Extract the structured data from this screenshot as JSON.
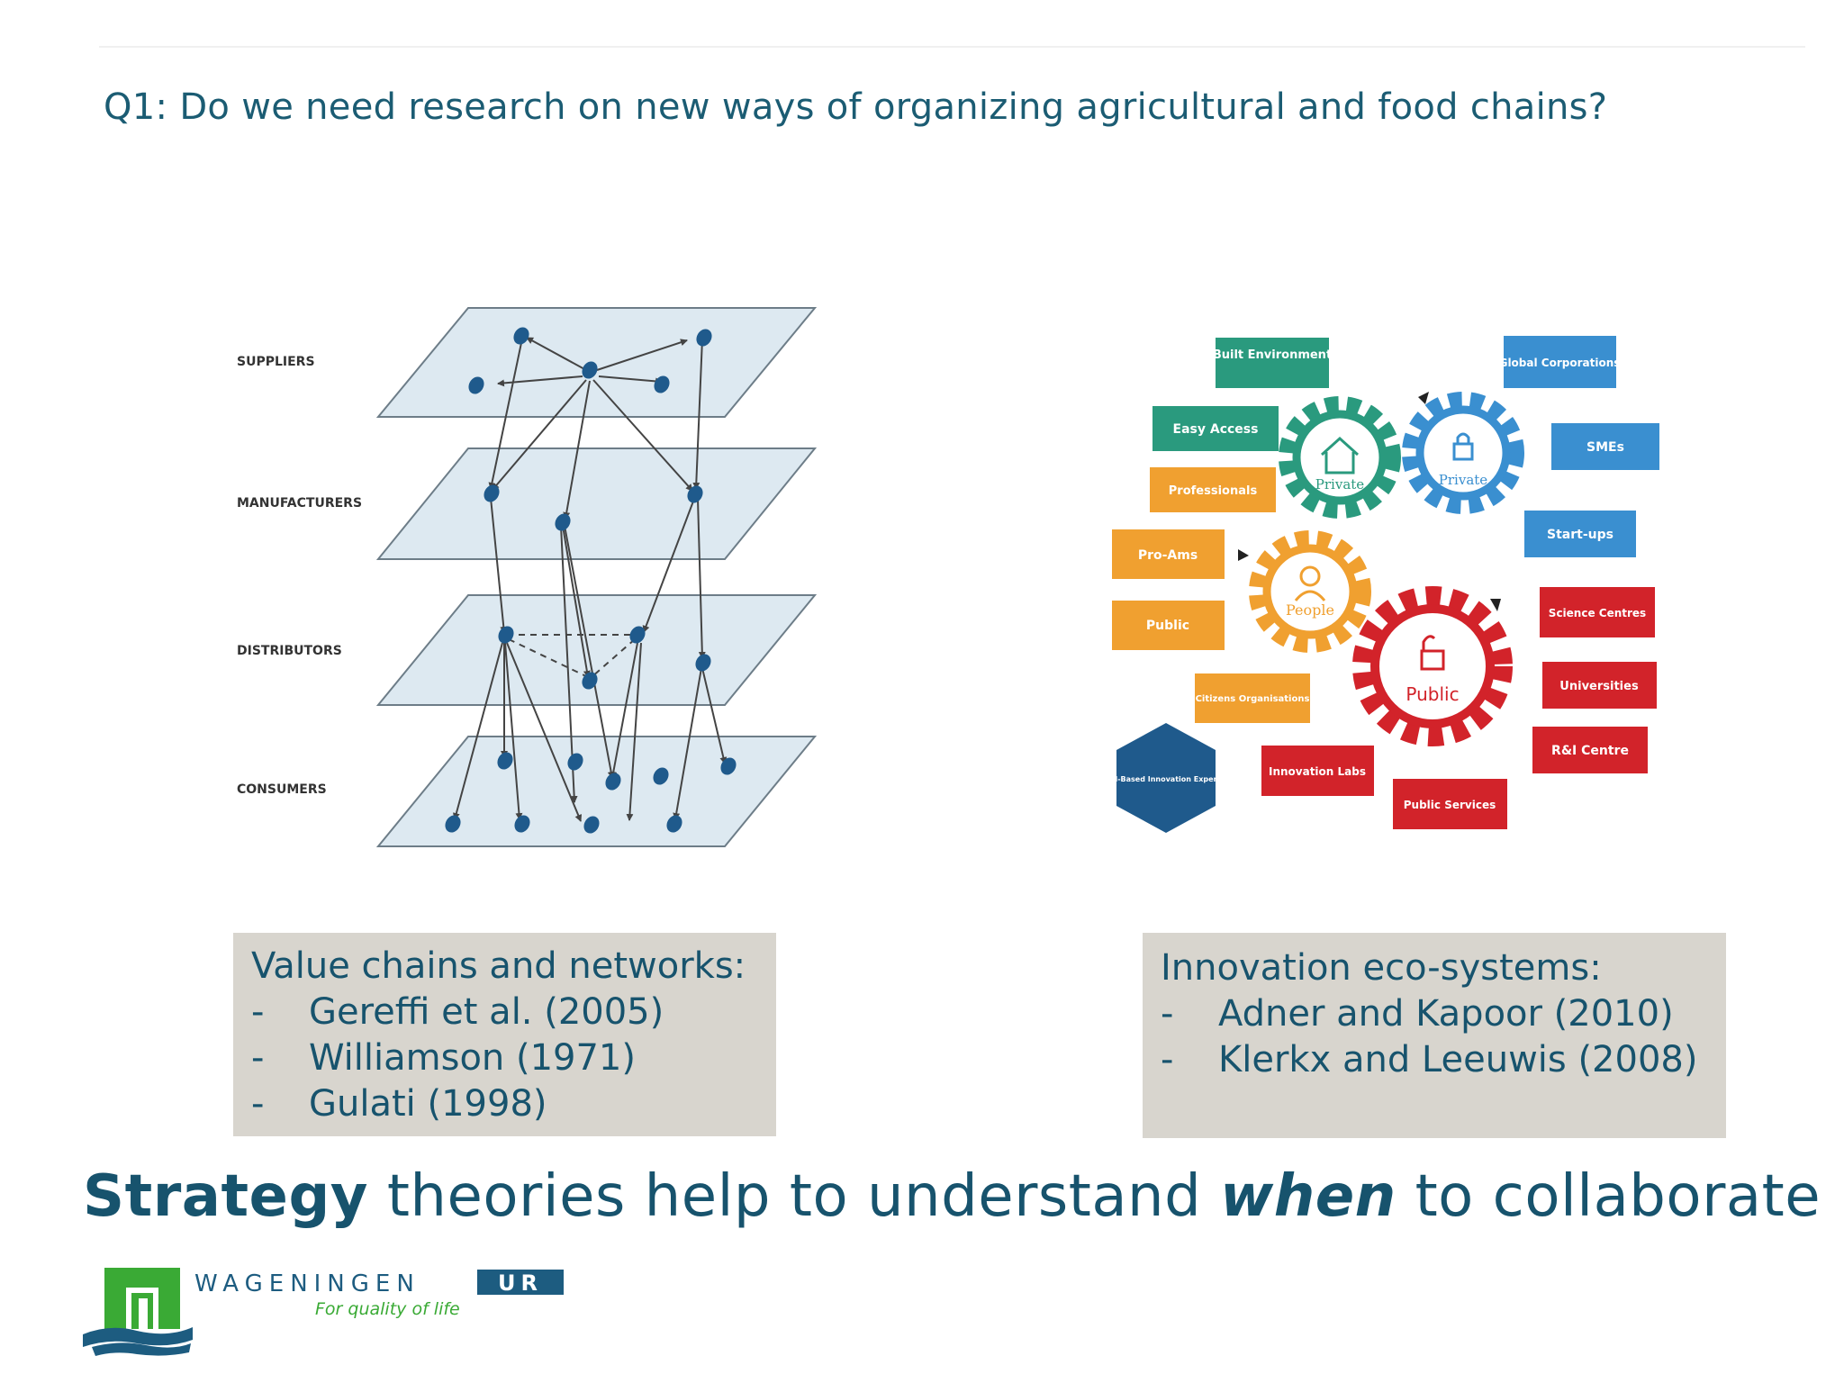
{
  "slide": {
    "question": "Q1: Do we need research on new ways of organizing agricultural and food chains?"
  },
  "network_diagram": {
    "layers": [
      "SUPPLIERS",
      "MANUFACTURERS",
      "DISTRIBUTORS",
      "CONSUMERS"
    ],
    "node_color": "#1f5a8c",
    "plane_color": "#dde9f1"
  },
  "eco_diagram": {
    "gears": [
      {
        "label": "Private",
        "color": "#2a9a7e"
      },
      {
        "label": "Private",
        "color": "#3a8fd0"
      },
      {
        "label": "People",
        "color": "#f0a030"
      },
      {
        "label": "Public",
        "color": "#d2232a"
      }
    ],
    "tags": [
      {
        "label": "Built Environment",
        "color": "#2a9a7e"
      },
      {
        "label": "Easy Access",
        "color": "#2a9a7e"
      },
      {
        "label": "Global Corporations",
        "color": "#3a8fd0"
      },
      {
        "label": "SMEs",
        "color": "#3a8fd0"
      },
      {
        "label": "Start-ups",
        "color": "#3a8fd0"
      },
      {
        "label": "Professionals",
        "color": "#f0a030"
      },
      {
        "label": "Pro-Ams",
        "color": "#f0a030"
      },
      {
        "label": "Public",
        "color": "#f0a030"
      },
      {
        "label": "Citizens Organisations",
        "color": "#f0a030"
      },
      {
        "label": "Science Centres",
        "color": "#d2232a"
      },
      {
        "label": "Universities",
        "color": "#d2232a"
      },
      {
        "label": "R&I Centre",
        "color": "#d2232a"
      },
      {
        "label": "Innovation Labs",
        "color": "#d2232a"
      },
      {
        "label": "Public Services",
        "color": "#d2232a"
      }
    ],
    "hexagon": {
      "label": "Broad-Based Innovation Experience",
      "color": "#1f5a8c"
    }
  },
  "left_box": {
    "heading": "Value chains and networks:",
    "items": [
      "Gereffi et al. (2005)",
      "Williamson (1971)",
      "Gulati (1998)"
    ]
  },
  "right_box": {
    "heading": "Innovation eco-systems:",
    "items": [
      "Adner and Kapoor (2010)",
      "Klerkx and Leeuwis (2008)"
    ]
  },
  "conclusion": {
    "part1": "Strategy",
    "part2": " theories help to understand ",
    "part3": "when",
    "part4": " to collaborate"
  },
  "logo": {
    "name": "WAGENINGEN",
    "suffix": "UR",
    "tagline": "For quality of life"
  },
  "dash": "-",
  "colors": {
    "text": "#17536d",
    "box": "#d8d5ce",
    "logo_green": "#3aaa35",
    "logo_blue": "#1d5c80"
  }
}
